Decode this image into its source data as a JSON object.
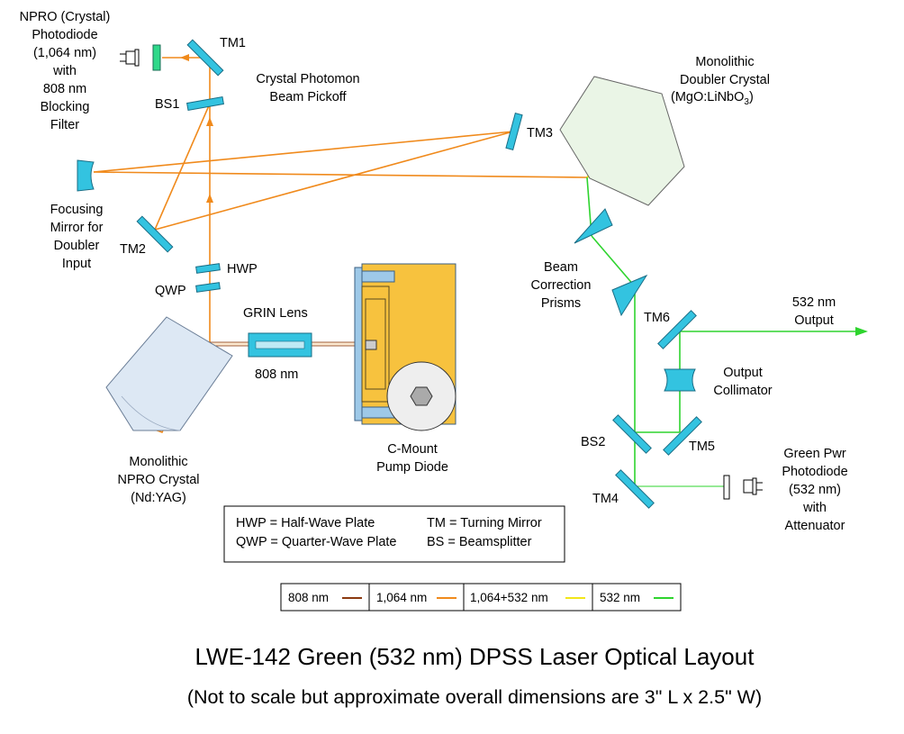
{
  "title": "LWE-142 Green (532 nm) DPSS Laser Optical Layout",
  "subtitle": "(Not to scale but approximate overall dimensions are 3\" L x 2.5\" W)",
  "colors": {
    "beam_808": "#8b3a10",
    "beam_1064": "#f08a1c",
    "beam_1064_532": "#f2e619",
    "beam_532": "#2ed42e",
    "optic": "#33c3e0",
    "diode_body": "#f7c23e",
    "crystal_fill": "#dde8f4",
    "doubler_fill": "#eaf5e6",
    "filter": "#2fd98a"
  },
  "labels": {
    "npro_photodiode": [
      "NPRO (Crystal)",
      "Photodiode",
      "(1,064 nm)",
      "with",
      "808 nm",
      "Blocking",
      "Filter"
    ],
    "tm1": "TM1",
    "bs1": "BS1",
    "pickoff": [
      "Crystal Photomon",
      "Beam Pickoff"
    ],
    "tm3": "TM3",
    "doubler": [
      "Monolithic",
      "Doubler Crystal"
    ],
    "doubler_formula": {
      "pre": "(MgO:LiNbO",
      "sub": "3",
      "post": ")"
    },
    "focusing_mirror": [
      "Focusing",
      "Mirror for",
      "Doubler",
      "Input"
    ],
    "tm2": "TM2",
    "hwp": "HWP",
    "qwp": "QWP",
    "grin": "GRIN Lens",
    "nm808": "808 nm",
    "npro_crystal": [
      "Monolithic",
      "NPRO Crystal",
      "(Nd:YAG)"
    ],
    "cmount": [
      "C-Mount",
      "Pump Diode"
    ],
    "prisms": [
      "Beam",
      "Correction",
      "Prisms"
    ],
    "output": [
      "532 nm",
      "Output"
    ],
    "tm6": "TM6",
    "collimator": [
      "Output",
      "Collimator"
    ],
    "bs2": "BS2",
    "tm5": "TM5",
    "tm4": "TM4",
    "green_photodiode": [
      "Green Pwr",
      "Photodiode",
      "(532 nm)",
      "with",
      "Attenuator"
    ]
  },
  "key_box": {
    "left": [
      "HWP = Half-Wave Plate",
      "QWP = Quarter-Wave Plate"
    ],
    "right": [
      "TM = Turning Mirror",
      "BS = Beamsplitter"
    ]
  },
  "legend": [
    {
      "label": "808 nm",
      "color_key": "beam_808"
    },
    {
      "label": "1,064 nm",
      "color_key": "beam_1064"
    },
    {
      "label": "1,064+532 nm",
      "color_key": "beam_1064_532"
    },
    {
      "label": "532 nm",
      "color_key": "beam_532"
    }
  ]
}
